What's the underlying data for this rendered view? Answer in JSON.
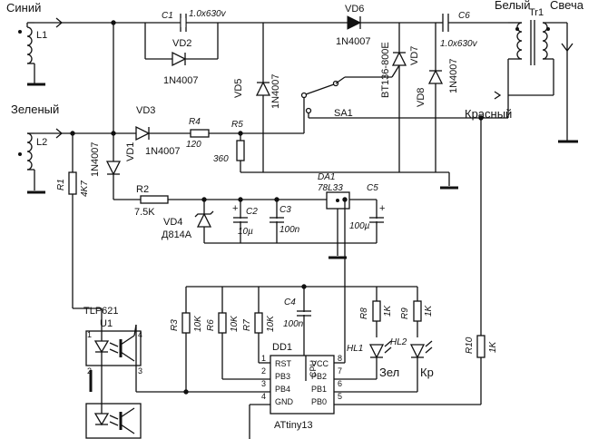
{
  "wires": {
    "siniy": "Синий",
    "zeleny": "Зеленый",
    "bely": "Белый",
    "svecha": "Свеча",
    "krasny": "Красный"
  },
  "components": {
    "L1": "L1",
    "L2": "L2",
    "C1": "C1",
    "C1_val": "1.0x630v",
    "VD2": "VD2",
    "VD2_val": "1N4007",
    "VD6": "VD6",
    "VD6_val": "1N4007",
    "C6": "C6",
    "C6_val": "1.0x630v",
    "Tr1": "Tr1",
    "VD5": "VD5",
    "VD5_val": "1N4007",
    "VD7": "VD7",
    "VD7_val": "BT136-800E",
    "VD8": "VD8",
    "VD8_val": "1N4007",
    "SA1": "SA1",
    "VD3": "VD3",
    "VD3_val": "1N4007",
    "R4": "R4",
    "R4_val": "120",
    "R5": "R5",
    "R5_val": "360",
    "VD1": "VD1",
    "VD1_val": "1N4007",
    "R1": "R1",
    "R1_val": "4K7",
    "R2": "R2",
    "R2_val": "7.5K",
    "VD4": "VD4",
    "VD4_val": "Д814А",
    "C2": "C2",
    "C2_val": "10µ",
    "C3": "C3",
    "C3_val": "100n",
    "DA1": "DA1",
    "DA1_val": "78L33",
    "C5": "C5",
    "C5_val": "100µ",
    "plus": "+",
    "TLP621": "TLP621",
    "U1": "U1",
    "R3": "R3",
    "R3_val": "10K",
    "R6": "R6",
    "R6_val": "10K",
    "R7": "R7",
    "R7_val": "10K",
    "C4": "C4",
    "C4_val": "100n",
    "R8": "R8",
    "R8_val": "1K",
    "R9": "R9",
    "R9_val": "1K",
    "R10": "R10",
    "R10_val": "1K",
    "HL1": "HL1",
    "HL1_val": "Зел",
    "HL2": "HL2",
    "HL2_val": "Кр",
    "DD1": "DD1",
    "DD1_val": "ATtiny13",
    "cpu": "CPU"
  },
  "pins": {
    "rst": "RST",
    "pb3": "PB3",
    "pb4": "PB4",
    "gnd": "GND",
    "vcc": "VCC",
    "pb2": "PB2",
    "pb1": "PB1",
    "pb0": "PB0",
    "n1": "1",
    "n2": "2",
    "n3": "3",
    "n4": "4",
    "n5": "5",
    "n6": "6",
    "n7": "7",
    "n8": "8"
  }
}
